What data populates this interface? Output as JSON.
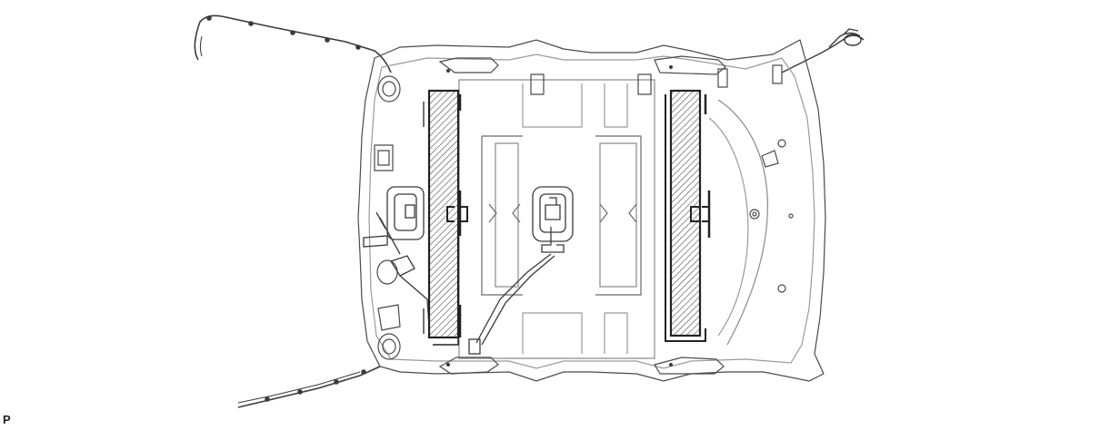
{
  "diagram": {
    "corner_code": "P",
    "colors": {
      "line": "#3a3a3a",
      "light_line": "#8a8a8a",
      "hatch": "#555555",
      "background": "#ffffff"
    },
    "parts": [
      "headliner-outline",
      "left-pad-hatched",
      "right-pad-hatched",
      "wire-harness-left",
      "wire-harness-front",
      "dome-light-center",
      "map-light-left"
    ]
  }
}
